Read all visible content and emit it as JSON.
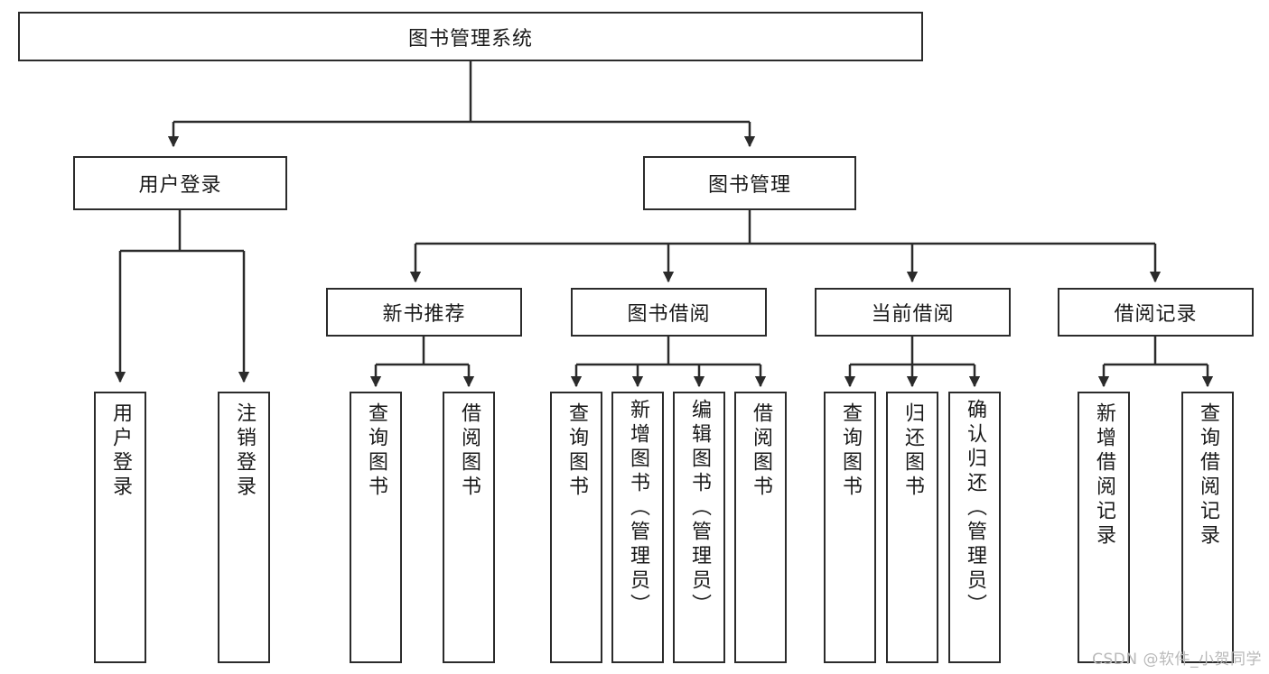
{
  "diagram": {
    "type": "tree-hierarchy",
    "title": "图书管理系统",
    "background": "#ffffff",
    "line_color": "#2b2b2b",
    "text_color": "#1a1a1a",
    "root": {
      "label": "图书管理系统",
      "orientation": "horizontal"
    },
    "level2": [
      {
        "label": "用户登录",
        "orientation": "horizontal"
      },
      {
        "label": "图书管理",
        "orientation": "horizontal"
      }
    ],
    "level3": [
      {
        "label": "新书推荐",
        "orientation": "horizontal",
        "parent": "图书管理"
      },
      {
        "label": "图书借阅",
        "orientation": "horizontal",
        "parent": "图书管理"
      },
      {
        "label": "当前借阅",
        "orientation": "horizontal",
        "parent": "图书管理"
      },
      {
        "label": "借阅记录",
        "orientation": "horizontal",
        "parent": "图书管理"
      }
    ],
    "leaves": {
      "user_login": [
        {
          "label": "用户登录",
          "orientation": "vertical"
        },
        {
          "label": "注销登录",
          "orientation": "vertical"
        }
      ],
      "new_book_recommend": [
        {
          "label": "查询图书",
          "orientation": "vertical"
        },
        {
          "label": "借阅图书",
          "orientation": "vertical"
        }
      ],
      "book_borrow": [
        {
          "label": "查询图书",
          "orientation": "vertical"
        },
        {
          "label": "新增图书（管理员）",
          "orientation": "vertical"
        },
        {
          "label": "编辑图书（管理员）",
          "orientation": "vertical"
        },
        {
          "label": "借阅图书",
          "orientation": "vertical"
        }
      ],
      "current_borrow": [
        {
          "label": "查询图书",
          "orientation": "vertical"
        },
        {
          "label": "归还图书",
          "orientation": "vertical"
        },
        {
          "label": "确认归还（管理员）",
          "orientation": "vertical"
        }
      ],
      "borrow_record": [
        {
          "label": "新增借阅记录",
          "orientation": "vertical"
        },
        {
          "label": "查询借阅记录",
          "orientation": "vertical"
        }
      ]
    }
  },
  "watermark": {
    "text": "CSDN @软件_小贺同学"
  }
}
